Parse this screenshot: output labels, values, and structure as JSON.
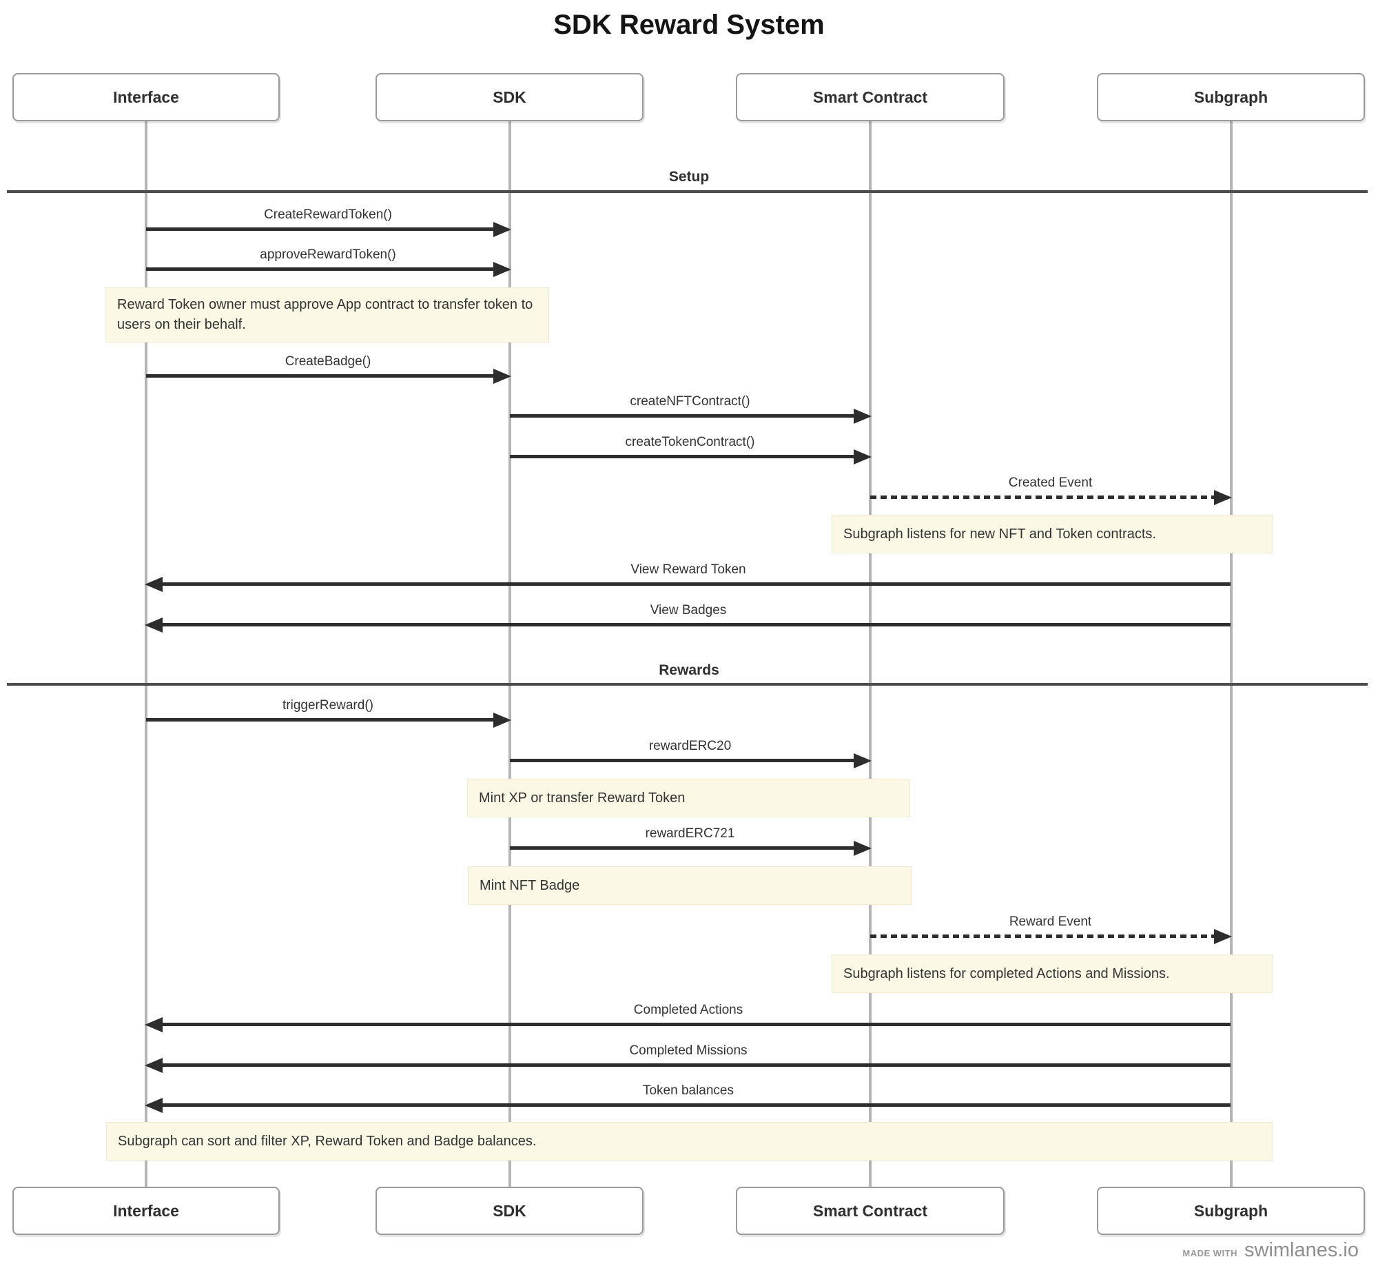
{
  "title": "SDK Reward System",
  "actors": [
    {
      "name": "Interface"
    },
    {
      "name": "SDK"
    },
    {
      "name": "Smart Contract"
    },
    {
      "name": "Subgraph"
    }
  ],
  "sections": [
    {
      "label": "Setup"
    },
    {
      "label": "Rewards"
    }
  ],
  "messages": [
    {
      "label": "CreateRewardToken()",
      "from": "Interface",
      "to": "SDK",
      "line": "solid"
    },
    {
      "label": "approveRewardToken()",
      "from": "Interface",
      "to": "SDK",
      "line": "solid"
    },
    {
      "label": "CreateBadge()",
      "from": "Interface",
      "to": "SDK",
      "line": "solid"
    },
    {
      "label": "createNFTContract()",
      "from": "SDK",
      "to": "Smart Contract",
      "line": "solid"
    },
    {
      "label": "createTokenContract()",
      "from": "SDK",
      "to": "Smart Contract",
      "line": "solid"
    },
    {
      "label": "Created Event",
      "from": "Smart Contract",
      "to": "Subgraph",
      "line": "dashed"
    },
    {
      "label": "View Reward Token",
      "from": "Subgraph",
      "to": "Interface",
      "line": "solid"
    },
    {
      "label": "View Badges",
      "from": "Subgraph",
      "to": "Interface",
      "line": "solid"
    },
    {
      "label": "triggerReward()",
      "from": "Interface",
      "to": "SDK",
      "line": "solid"
    },
    {
      "label": "rewardERC20",
      "from": "SDK",
      "to": "Smart Contract",
      "line": "solid"
    },
    {
      "label": "rewardERC721",
      "from": "SDK",
      "to": "Smart Contract",
      "line": "solid"
    },
    {
      "label": "Reward Event",
      "from": "Smart Contract",
      "to": "Subgraph",
      "line": "dashed"
    },
    {
      "label": "Completed Actions",
      "from": "Subgraph",
      "to": "Interface",
      "line": "solid"
    },
    {
      "label": "Completed Missions",
      "from": "Subgraph",
      "to": "Interface",
      "line": "solid"
    },
    {
      "label": "Token balances",
      "from": "Subgraph",
      "to": "Interface",
      "line": "solid"
    }
  ],
  "notes": [
    {
      "text": "Reward Token owner must approve App contract to transfer token to users on their behalf."
    },
    {
      "text": "Subgraph listens for new NFT and Token contracts."
    },
    {
      "text": "Mint XP or transfer Reward Token"
    },
    {
      "text": "Mint NFT Badge"
    },
    {
      "text": "Subgraph listens for completed Actions and Missions."
    },
    {
      "text": "Subgraph can sort and filter XP, Reward Token and Badge balances."
    }
  ],
  "credit": {
    "made_with": "MADE WITH",
    "brand": "swimlanes.io"
  },
  "colors": {
    "arrow": "#2d2d2d",
    "lifeline": "#b5b5b5",
    "box-border": "#9a9a9a",
    "divider": "#4d4d4d",
    "note-bg": "#fbf8e6",
    "note-border": "#f0ead0",
    "text": "#333333",
    "muted": "#949494",
    "bg": "#ffffff"
  }
}
